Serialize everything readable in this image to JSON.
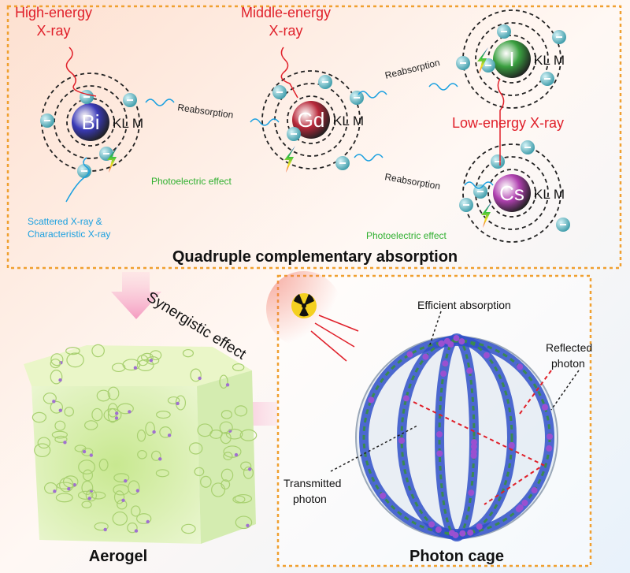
{
  "top_panel": {
    "title": "Quadruple complementary absorption",
    "high_energy": [
      "High-energy",
      "X-ray"
    ],
    "middle_energy": [
      "Middle-energy",
      "X-ray"
    ],
    "low_energy": "Low-energy X-ray",
    "reabsorption": "Reabsorption",
    "photoelectric": "Photoelectric effect",
    "scattered": [
      "Scattered X-ray &",
      "Characteristic X-ray"
    ],
    "shells": "KL M",
    "atoms": [
      {
        "symbol": "Bi",
        "color": "#3a3ab8"
      },
      {
        "symbol": "Gd",
        "color": "#b8283a"
      },
      {
        "symbol": "I",
        "color": "#3aa040"
      },
      {
        "symbol": "Cs",
        "color": "#b040b0"
      }
    ]
  },
  "synergy_label": "Synergistic effect",
  "aerogel_label": "Aerogel",
  "cage_panel": {
    "title": "Photon cage",
    "efficient": "Efficient absorption",
    "reflected": [
      "Reflected",
      "photon"
    ],
    "transmitted": [
      "Transmitted",
      "photon"
    ]
  },
  "colors": {
    "border": "#f0a030",
    "red": "#e0202a",
    "blue": "#1aa0e0",
    "green": "#30b030"
  }
}
